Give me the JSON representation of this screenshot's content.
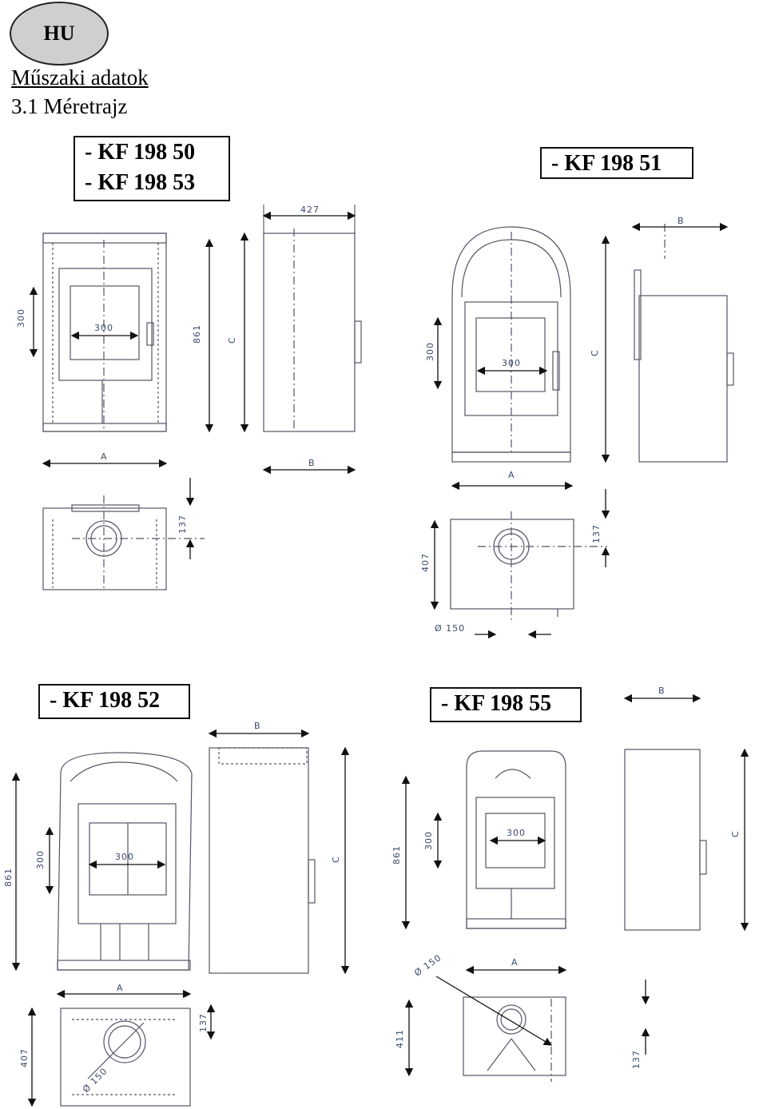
{
  "badge": "HU",
  "heading": "Műszaki adatok",
  "subheading": "3.1 Méretrajz",
  "models": {
    "m50": "- KF 198 50",
    "m53": "- KF 198 53",
    "m51": "- KF 198 51",
    "m52": "- KF 198 52",
    "m55": "- KF 198 55"
  },
  "dims": {
    "d427": "427",
    "d300": "300",
    "d861": "861",
    "d137": "137",
    "d407": "407",
    "d411": "411",
    "d150": "Ø 150",
    "A": "A",
    "B": "B",
    "C": "C"
  }
}
